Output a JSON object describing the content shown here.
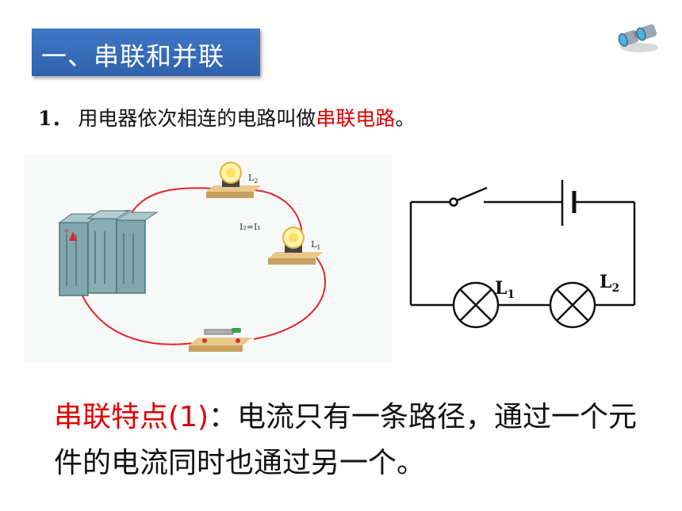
{
  "slide": {
    "section_title": "一、串联和并联",
    "item_number": "1．",
    "item_text": "用电器依次相连的电路叫做",
    "item_highlight": "串联电路",
    "item_end": "。"
  },
  "photo": {
    "label_l2": "L",
    "label_l2_sub": "2",
    "label_l1": "L",
    "label_l1_sub": "1",
    "equation": "I₂=I₁",
    "minus_sign": "−",
    "plus_sign": "+"
  },
  "schematic": {
    "lamp1_label": "L",
    "lamp1_sub": "1",
    "lamp2_label": "L",
    "lamp2_sub": "2"
  },
  "feature": {
    "label": "串联特点(1)",
    "colon": "：",
    "text": "电流只有一条路径，通过一个元件的电流同时也通过另一个。"
  },
  "colors": {
    "accent_blue": "#2f62ad",
    "highlight_red": "#e00000",
    "wire_red": "#e2262a"
  },
  "icons": [
    "binoculars-icon",
    "battery-icon",
    "bulb-icon",
    "switch-icon",
    "lamp-symbol-icon"
  ]
}
